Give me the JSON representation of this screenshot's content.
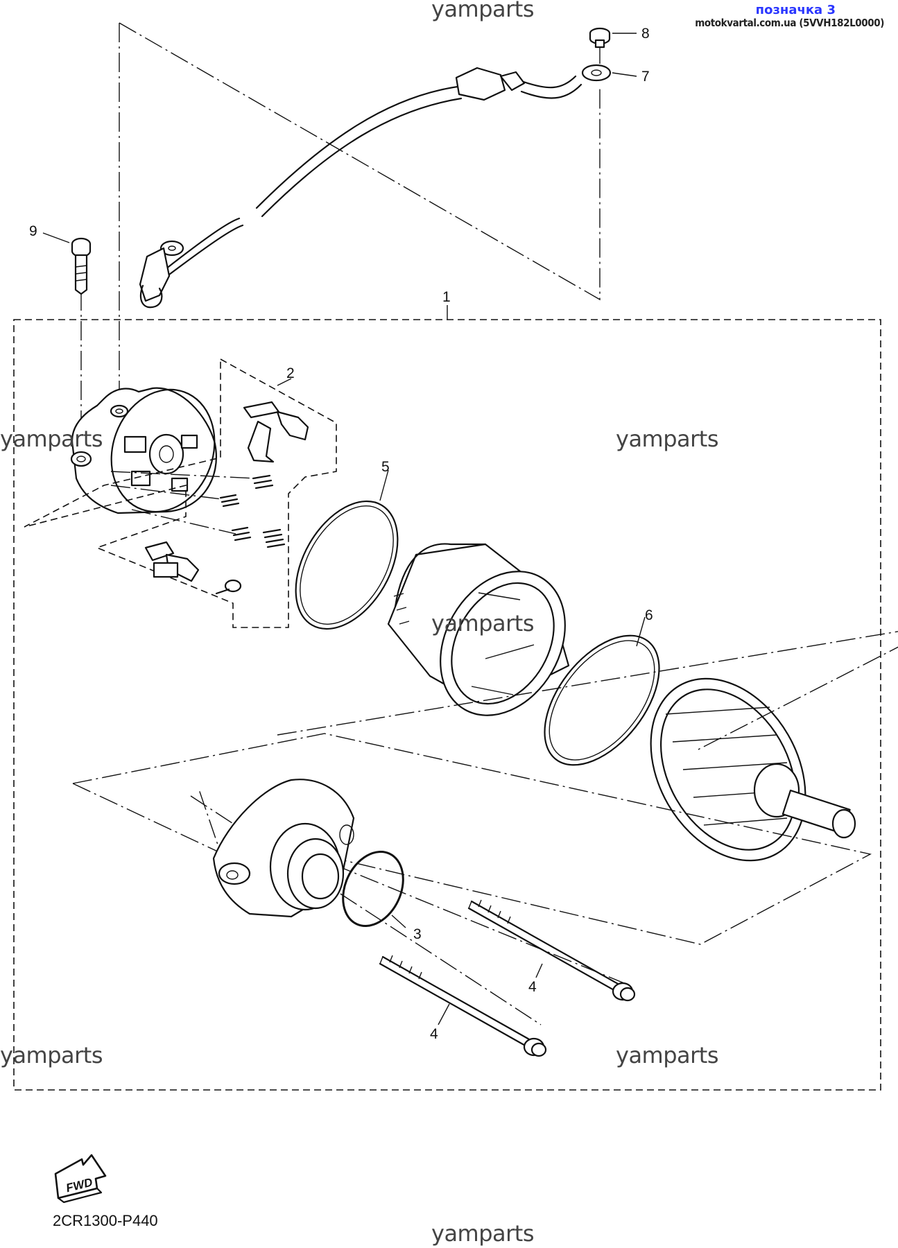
{
  "header": {
    "title": "позначка 3",
    "subtitle": "motokvartal.com.ua (5VVH182L0000)"
  },
  "watermark": "yamparts",
  "diagram_code": "2CR1300-P440",
  "fwd_label": "FWD",
  "callouts": {
    "c1": "1",
    "c2": "2",
    "c3": "3",
    "c4a": "4",
    "c4b": "4",
    "c5": "5",
    "c6": "6",
    "c7": "7",
    "c8": "8",
    "c9": "9"
  }
}
